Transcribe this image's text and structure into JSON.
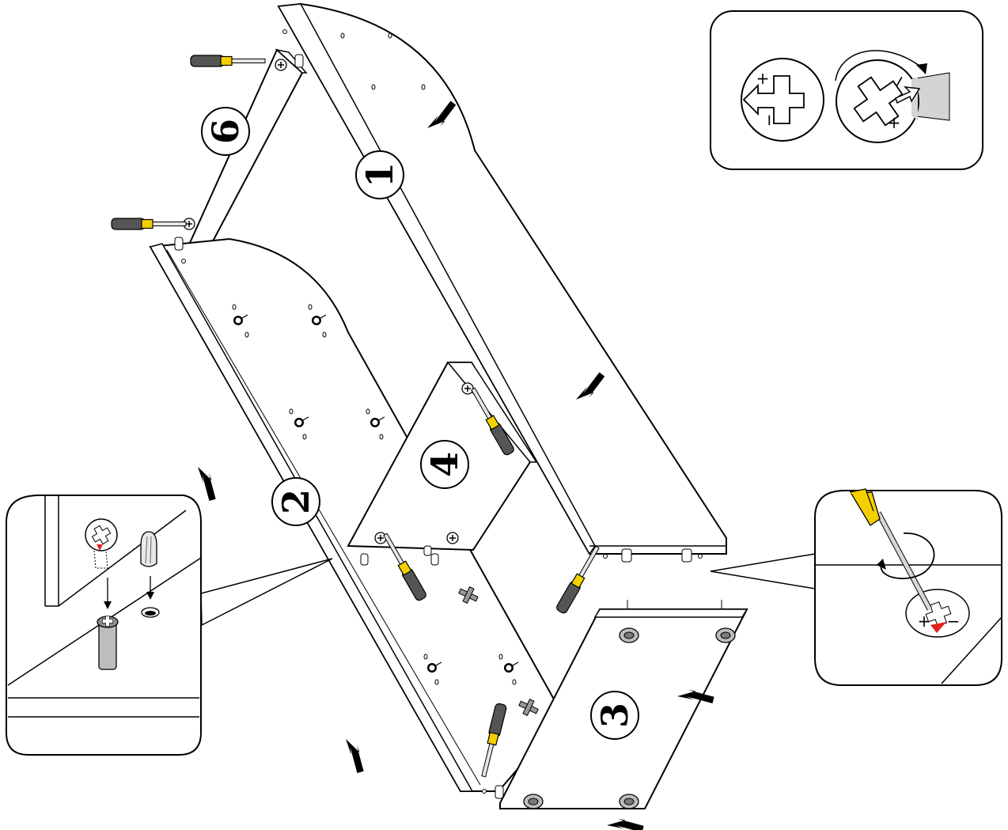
{
  "panels": {
    "side_left": {
      "label": "2"
    },
    "side_right": {
      "label": "1"
    },
    "top": {
      "label": "6"
    },
    "bottom": {
      "label": "3"
    },
    "shelf": {
      "label": "4"
    }
  },
  "cam_lock_detail": {
    "plus_sign": "+",
    "minus_sign": "−"
  },
  "colors": {
    "line": "#000000",
    "panel": "#ffffff",
    "screwdriver_handle": "#f5d000",
    "screwdriver_grip": "#555555",
    "shaft": "#cfcfcf",
    "lock_indicator": "#e2231a",
    "highlight": "#d4d4d4"
  },
  "icons": [
    "screwdriver-icon",
    "arrow-icon",
    "cam-lock-icon",
    "dowel-icon",
    "rotate-icon"
  ]
}
